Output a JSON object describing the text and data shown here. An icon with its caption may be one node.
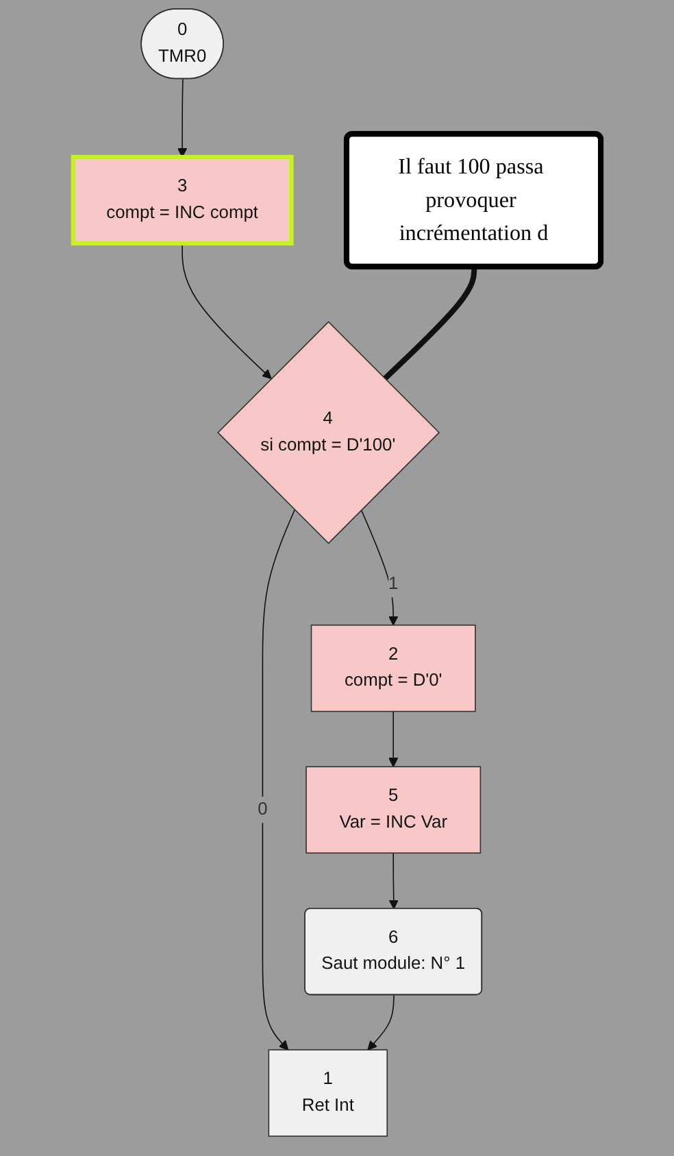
{
  "diagram": {
    "nodes": [
      {
        "text": [
          "0",
          "TMR0"
        ]
      },
      {
        "text": [
          "3",
          "compt = INC compt"
        ]
      },
      {
        "text": [
          "Il faut 100 passa provoquer incrémentation d"
        ]
      },
      {
        "text": [
          "4",
          "si compt = D'100'"
        ]
      },
      {
        "text": [
          "1",
          "Ret Int"
        ]
      },
      {
        "text": [
          "2",
          "compt = D'0'"
        ]
      },
      {
        "text": [
          "5",
          "Var = INC Var"
        ]
      },
      {
        "text": [
          "6",
          "Saut module: N° 1"
        ]
      }
    ],
    "edges": [
      {
        "from": 0,
        "to": 1,
        "arrow": "to"
      },
      {
        "from": 1,
        "to": 3,
        "arrow": "to"
      },
      {
        "from": 2,
        "to": 3,
        "arrow": "none",
        "style": "thick"
      },
      {
        "from": 3,
        "to": 4,
        "arrow": "to",
        "label": "0"
      },
      {
        "from": 3,
        "to": 5,
        "arrow": "to",
        "label": "1"
      },
      {
        "from": 5,
        "to": 6,
        "arrow": "to"
      },
      {
        "from": 6,
        "to": 7,
        "arrow": "to"
      },
      {
        "from": 7,
        "to": 4,
        "arrow": "to"
      }
    ]
  }
}
